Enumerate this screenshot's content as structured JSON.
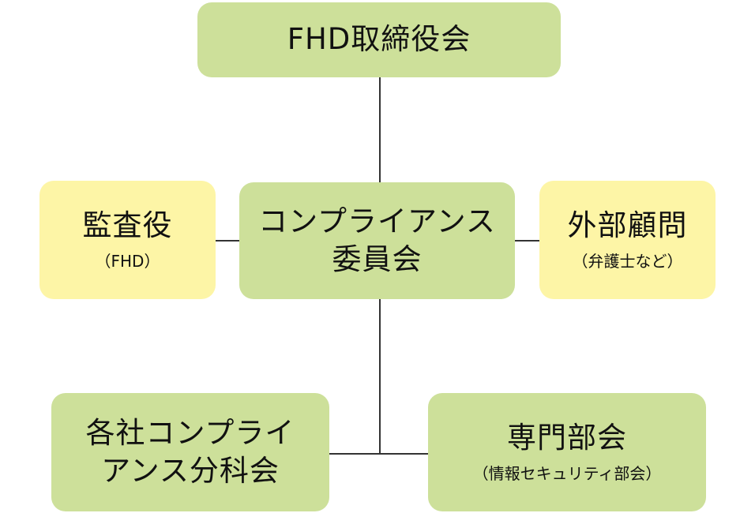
{
  "org_chart": {
    "board": {
      "label": "FHD取締役会"
    },
    "auditor": {
      "label": "監査役",
      "sub": "（FHD）"
    },
    "committee": {
      "label": "コンプライアンス\n委員会"
    },
    "advisor": {
      "label": "外部顧問",
      "sub": "（弁護士など）"
    },
    "subcommittee": {
      "label": "各社コンプライ\nアンス分科会"
    },
    "expert": {
      "label": "専門部会",
      "sub": "（情報セキュリティ部会）"
    }
  },
  "colors": {
    "green_box": "#cde09a",
    "yellow_box": "#fdf5a6",
    "connector": "#333333"
  }
}
